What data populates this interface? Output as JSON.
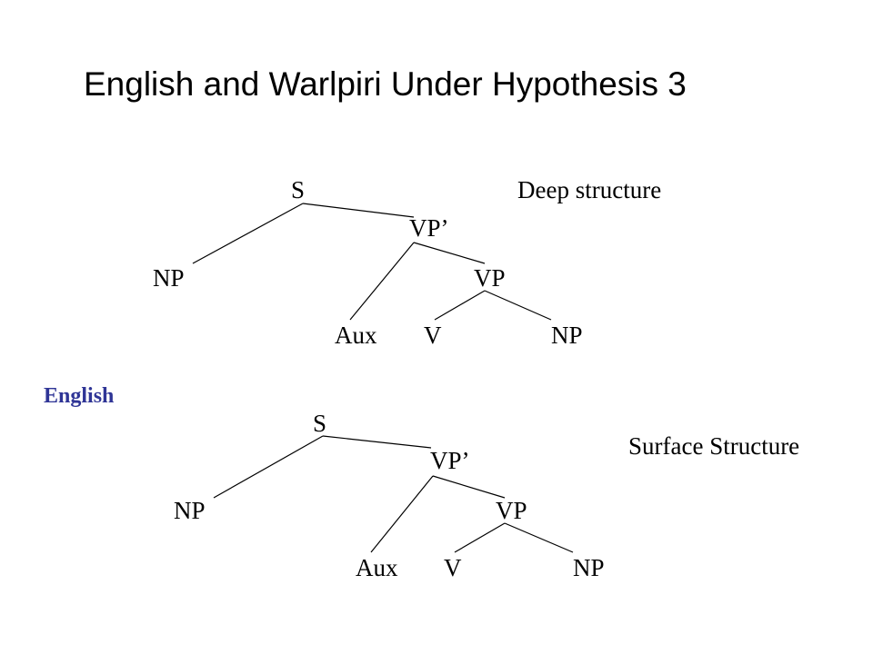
{
  "title": "English and Warlpiri Under Hypothesis 3",
  "language_label": "English",
  "deep": {
    "caption": "Deep structure",
    "S": "S",
    "VPprime": "VP’",
    "NP_subj": "NP",
    "VP": "VP",
    "Aux": "Aux",
    "V": "V",
    "NP_obj": "NP"
  },
  "surface": {
    "caption": "Surface Structure",
    "S": "S",
    "VPprime": "VP’",
    "NP_subj": "NP",
    "VP": "VP",
    "Aux": "Aux",
    "V": "V",
    "NP_obj": "NP"
  }
}
